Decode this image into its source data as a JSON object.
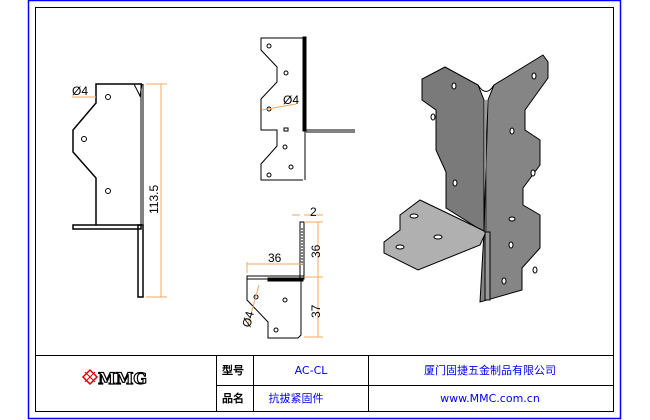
{
  "drawing": {
    "dimensions": {
      "side_hole": "Ø4",
      "side_height": "113.5",
      "front_hole": "Ø4",
      "top_thickness": "2",
      "top_upper_height": "36",
      "top_width": "36",
      "top_lower_height": "37",
      "top_hole": "Ø4"
    }
  },
  "title_block": {
    "logo_text": "MMG",
    "model_label": "型号",
    "model_value": "AC-CL",
    "name_label": "品名",
    "name_value": "抗拔紧固件",
    "company": "厦门固捷五金制品有限公司",
    "website": "www.MMC.com.cn"
  },
  "colors": {
    "frame": "#0000ff",
    "dimension": "#f5a860",
    "text_blue": "#0000ff",
    "logo_red": "#e00000"
  }
}
